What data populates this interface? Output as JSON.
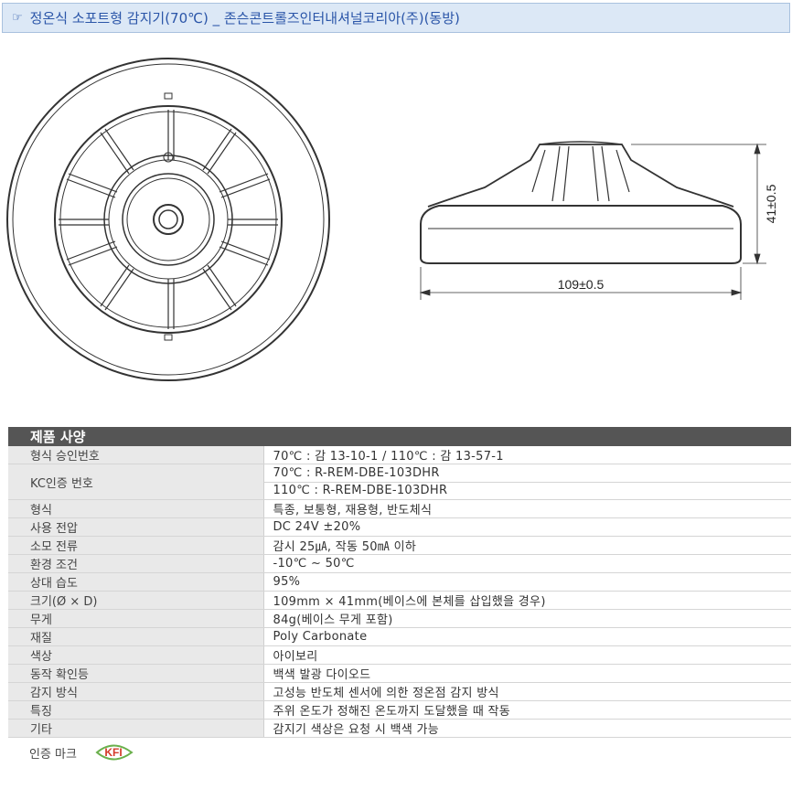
{
  "header": {
    "icon": "pointing-hand-icon",
    "title": "정온식 소포트형 감지기(70℃) _ 존슨콘트롤즈인터내셔널코리아(주)(동방)"
  },
  "drawing": {
    "height_label": "41±0.5",
    "width_label": "109±0.5"
  },
  "spec": {
    "heading": "제품 사양",
    "rows": [
      {
        "label": "형식 승인번호",
        "value": "70℃ : 감 13-10-1 / 110℃ : 감 13-57-1"
      },
      {
        "label": "KC인증 번호",
        "value": "70℃ : R-REM-DBE-103DHR"
      },
      {
        "label": "",
        "value": "110℃ : R-REM-DBE-103DHR"
      },
      {
        "label": "형식",
        "value": "특종, 보통형, 재용형, 반도체식"
      },
      {
        "label": "사용 전압",
        "value": "DC 24V ±20%"
      },
      {
        "label": "소모 전류",
        "value": "감시 25㎂, 작동 50㎃ 이하"
      },
      {
        "label": "환경 조건",
        "value": "-10℃ ~ 50℃"
      },
      {
        "label": "상대 습도",
        "value": "95%"
      },
      {
        "label": "크기(Ø × D)",
        "value": "109mm × 41mm(베이스에 본체를 삽입했을 경우)"
      },
      {
        "label": "무게",
        "value": "84g(베이스 무게 포함)"
      },
      {
        "label": "재질",
        "value": "Poly Carbonate"
      },
      {
        "label": "색상",
        "value": "아이보리"
      },
      {
        "label": "동작 확인등",
        "value": "백색 발광 다이오드"
      },
      {
        "label": "감지 방식",
        "value": "고성능 반도체 센서에 의한 정온점 감지 방식"
      },
      {
        "label": "특징",
        "value": "주위 온도가 정해진 온도까지 도달했을 때 작동"
      },
      {
        "label": "기타",
        "value": "감지기 색상은 요청 시 백색 가능"
      }
    ]
  },
  "certification": {
    "label": "인증 마크",
    "mark_text": "KFI",
    "mark_color": "#d43a2a",
    "mark_ring_color": "#6ab04c"
  }
}
